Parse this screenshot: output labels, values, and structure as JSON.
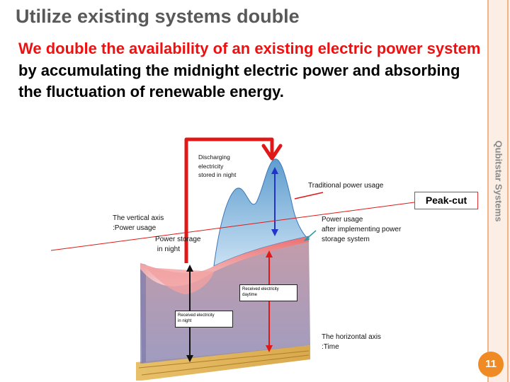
{
  "slide": {
    "title": "Utilize existing systems double",
    "body_red": "We double the availability of an existing electric power system",
    "body_black": " by accumulating the midnight electric power and absorbing the fluctuation of renewable energy.",
    "side_label": "Qubitstar Systems",
    "page_number": "11"
  },
  "diagram": {
    "discharging": [
      "Discharging",
      "electricity",
      "stored  in night"
    ],
    "traditional": "Traditional power usage",
    "peak_cut": "Peak-cut",
    "vertical_axis": [
      "The vertical axis",
      ":Power usage"
    ],
    "after_storage": [
      "Power usage",
      "after implementing power",
      "storage system"
    ],
    "storage_night": [
      "Power storage",
      " in night"
    ],
    "received_daytime": [
      "Received electricity",
      "daytime"
    ],
    "received_night": [
      "Received electricity",
      "in night"
    ],
    "horizontal_axis": [
      "The horizontal axis",
      ":Time"
    ]
  },
  "colors": {
    "accent_red": "#ee1111",
    "page_badge": "#f08a24",
    "sidebar": "#fbeee4"
  }
}
